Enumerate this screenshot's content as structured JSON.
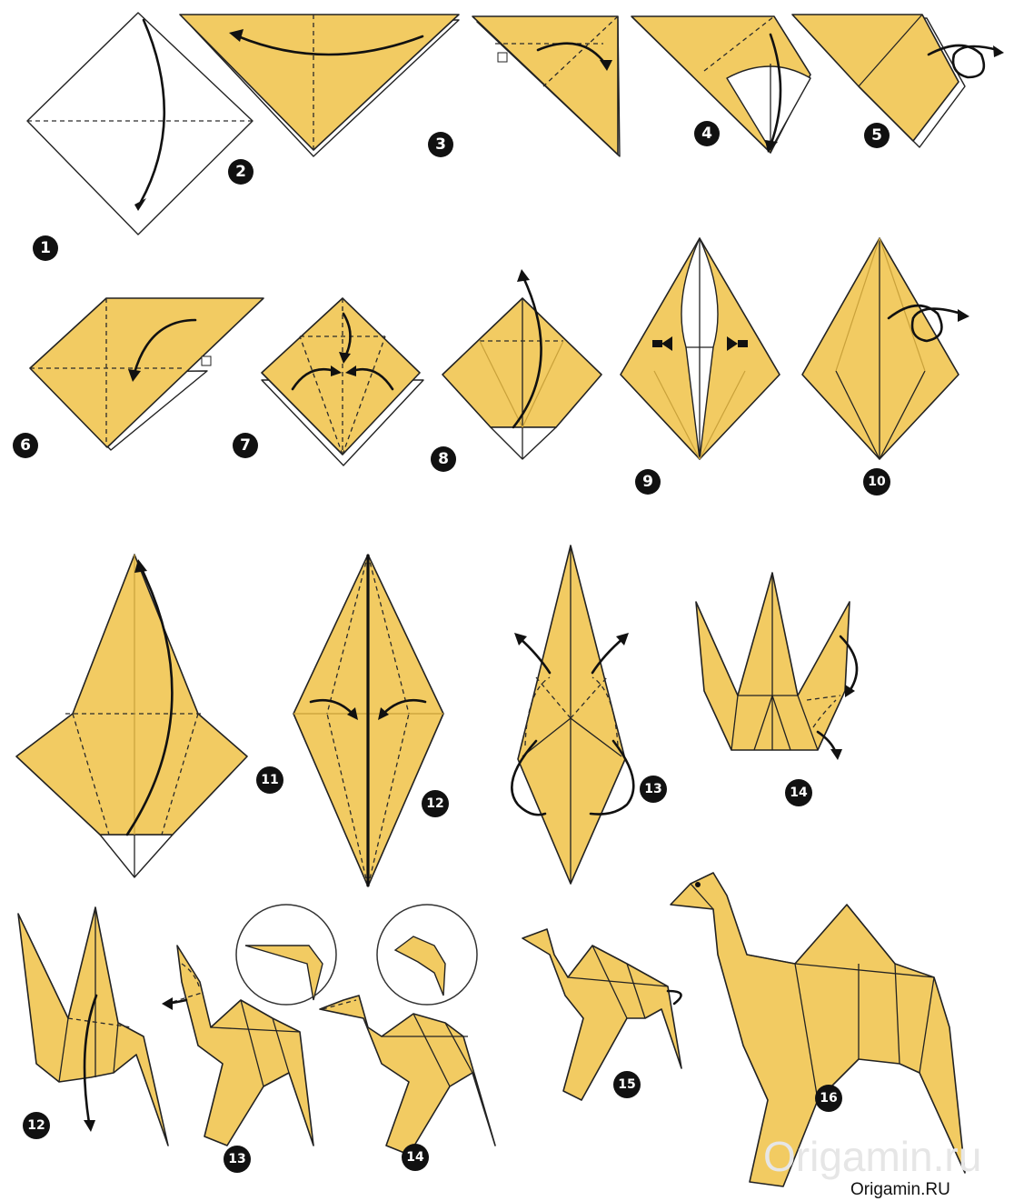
{
  "steps": [
    "1",
    "2",
    "3",
    "4",
    "5",
    "6",
    "7",
    "8",
    "9",
    "10",
    "11",
    "12",
    "13",
    "14",
    "12",
    "13",
    "14",
    "15",
    "16"
  ],
  "watermark": "Origamin.ru",
  "credit": "Origamin.RU",
  "colors": {
    "paper": "#f2cb62",
    "outline": "#222222",
    "badge": "#111111"
  }
}
